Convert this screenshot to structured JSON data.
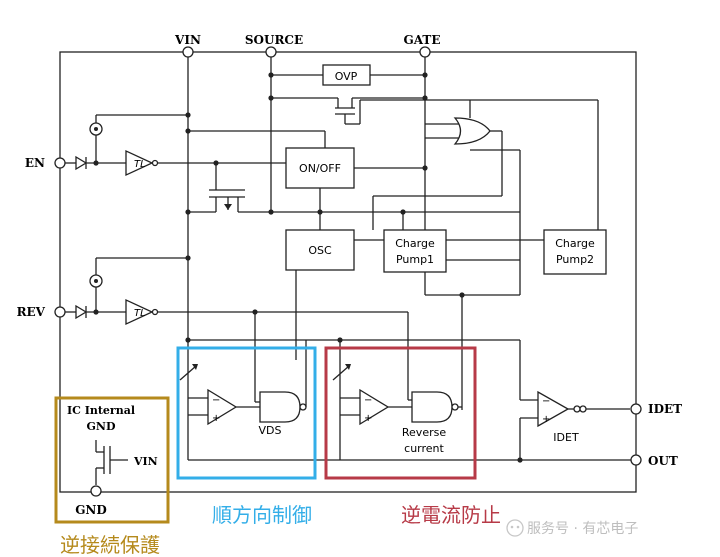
{
  "pins": {
    "vin": "VIN",
    "source": "SOURCE",
    "gate": "GATE",
    "en": "EN",
    "rev": "REV",
    "idet": "IDET",
    "out": "OUT",
    "gnd": "GND"
  },
  "blocks": {
    "ovp": "OVP",
    "onoff": "ON/OFF",
    "osc": "OSC",
    "cp1_line1": "Charge",
    "cp1_line2": "Pump1",
    "cp2_line1": "Charge",
    "cp2_line2": "Pump2",
    "vds": "VDS",
    "rev_line1": "Reverse",
    "rev_line2": "current",
    "idet_amp": "IDET"
  },
  "ic_internal": {
    "title_line1": "IC Internal",
    "title_line2": "GND",
    "vin_label": "VIN"
  },
  "buffer_label": "TL",
  "highlights": {
    "reverse_connection": "逆接続保護",
    "forward_control": "順方向制御",
    "reverse_prevention": "逆電流防止"
  },
  "colors": {
    "reverse_connection": "#b58a1c",
    "forward_control": "#33aee8",
    "reverse_prevention": "#b73a47"
  },
  "watermark": "服务号 · 有芯电子"
}
